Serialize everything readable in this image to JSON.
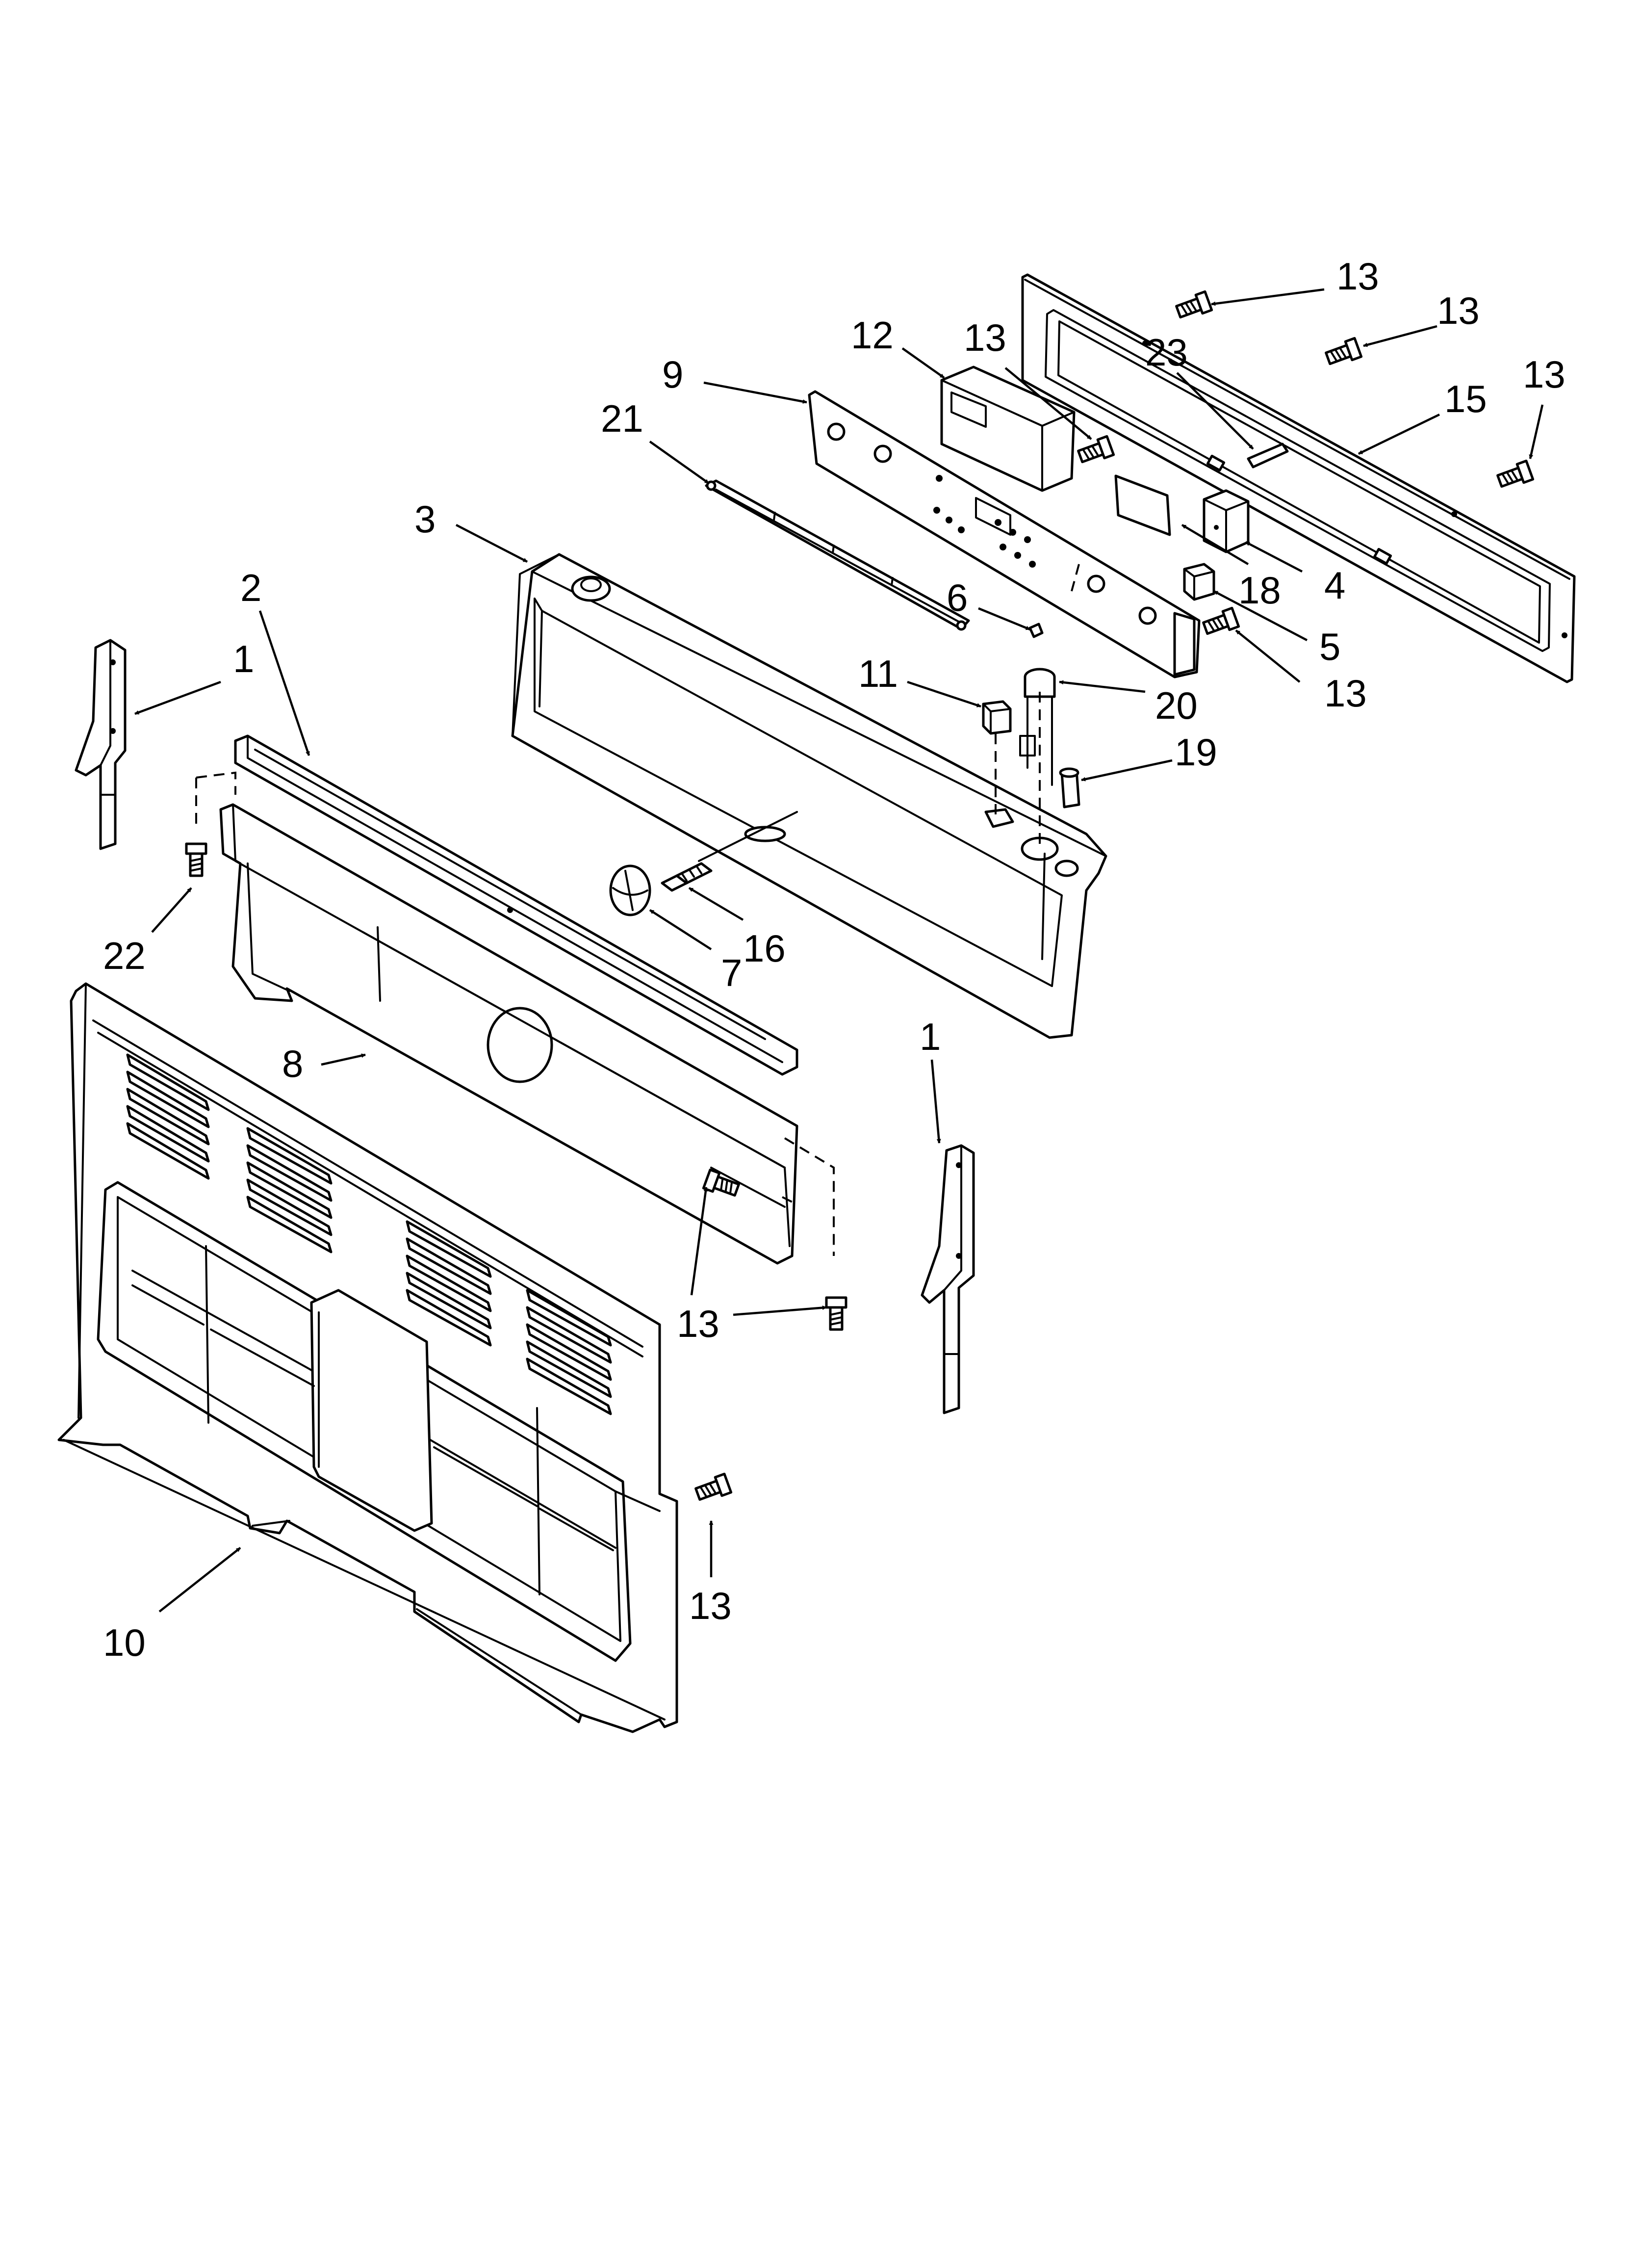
{
  "diagram": {
    "callouts": {
      "c1a": "1",
      "c1b": "1",
      "c2": "2",
      "c3": "3",
      "c4": "4",
      "c5": "5",
      "c6": "6",
      "c7": "7",
      "c8": "8",
      "c9": "9",
      "c10": "10",
      "c11": "11",
      "c12": "12",
      "c13a": "13",
      "c13b": "13",
      "c13c": "13",
      "c13d": "13",
      "c13e": "13",
      "c13f": "13",
      "c13g": "13",
      "c15": "15",
      "c16": "16",
      "c18": "18",
      "c19": "19",
      "c20": "20",
      "c21": "21",
      "c22": "22",
      "c23": "23"
    }
  }
}
